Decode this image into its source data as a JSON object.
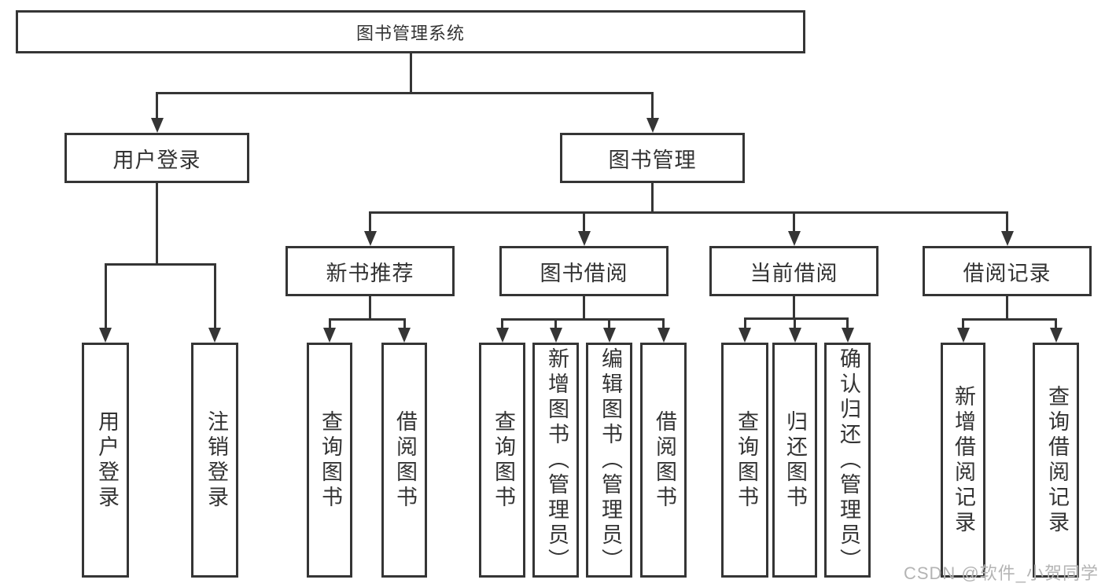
{
  "diagram_title": "图书管理系统",
  "tree": {
    "label": "图书管理系统",
    "children": [
      {
        "label": "用户登录",
        "children": [
          {
            "label": "用户登录"
          },
          {
            "label": "注销登录"
          }
        ]
      },
      {
        "label": "图书管理",
        "children": [
          {
            "label": "新书推荐",
            "children": [
              {
                "label": "查询图书"
              },
              {
                "label": "借阅图书"
              }
            ]
          },
          {
            "label": "图书借阅",
            "children": [
              {
                "label": "查询图书"
              },
              {
                "label": "新增图书（管理员）"
              },
              {
                "label": "编辑图书（管理员）"
              },
              {
                "label": "借阅图书"
              }
            ]
          },
          {
            "label": "当前借阅",
            "children": [
              {
                "label": "查询图书"
              },
              {
                "label": "归还图书"
              },
              {
                "label": "确认归还（管理员）"
              }
            ]
          },
          {
            "label": "借阅记录",
            "children": [
              {
                "label": "新增借阅记录"
              },
              {
                "label": "查询借阅记录"
              }
            ]
          }
        ]
      }
    ]
  },
  "watermark": {
    "text": "CSDN @软件_小贺同学"
  },
  "colors": {
    "line": "#353535",
    "text": "#333333",
    "box_background": "#ffffff",
    "page_background": "#ffffff",
    "watermark": "#b4b4b4"
  }
}
